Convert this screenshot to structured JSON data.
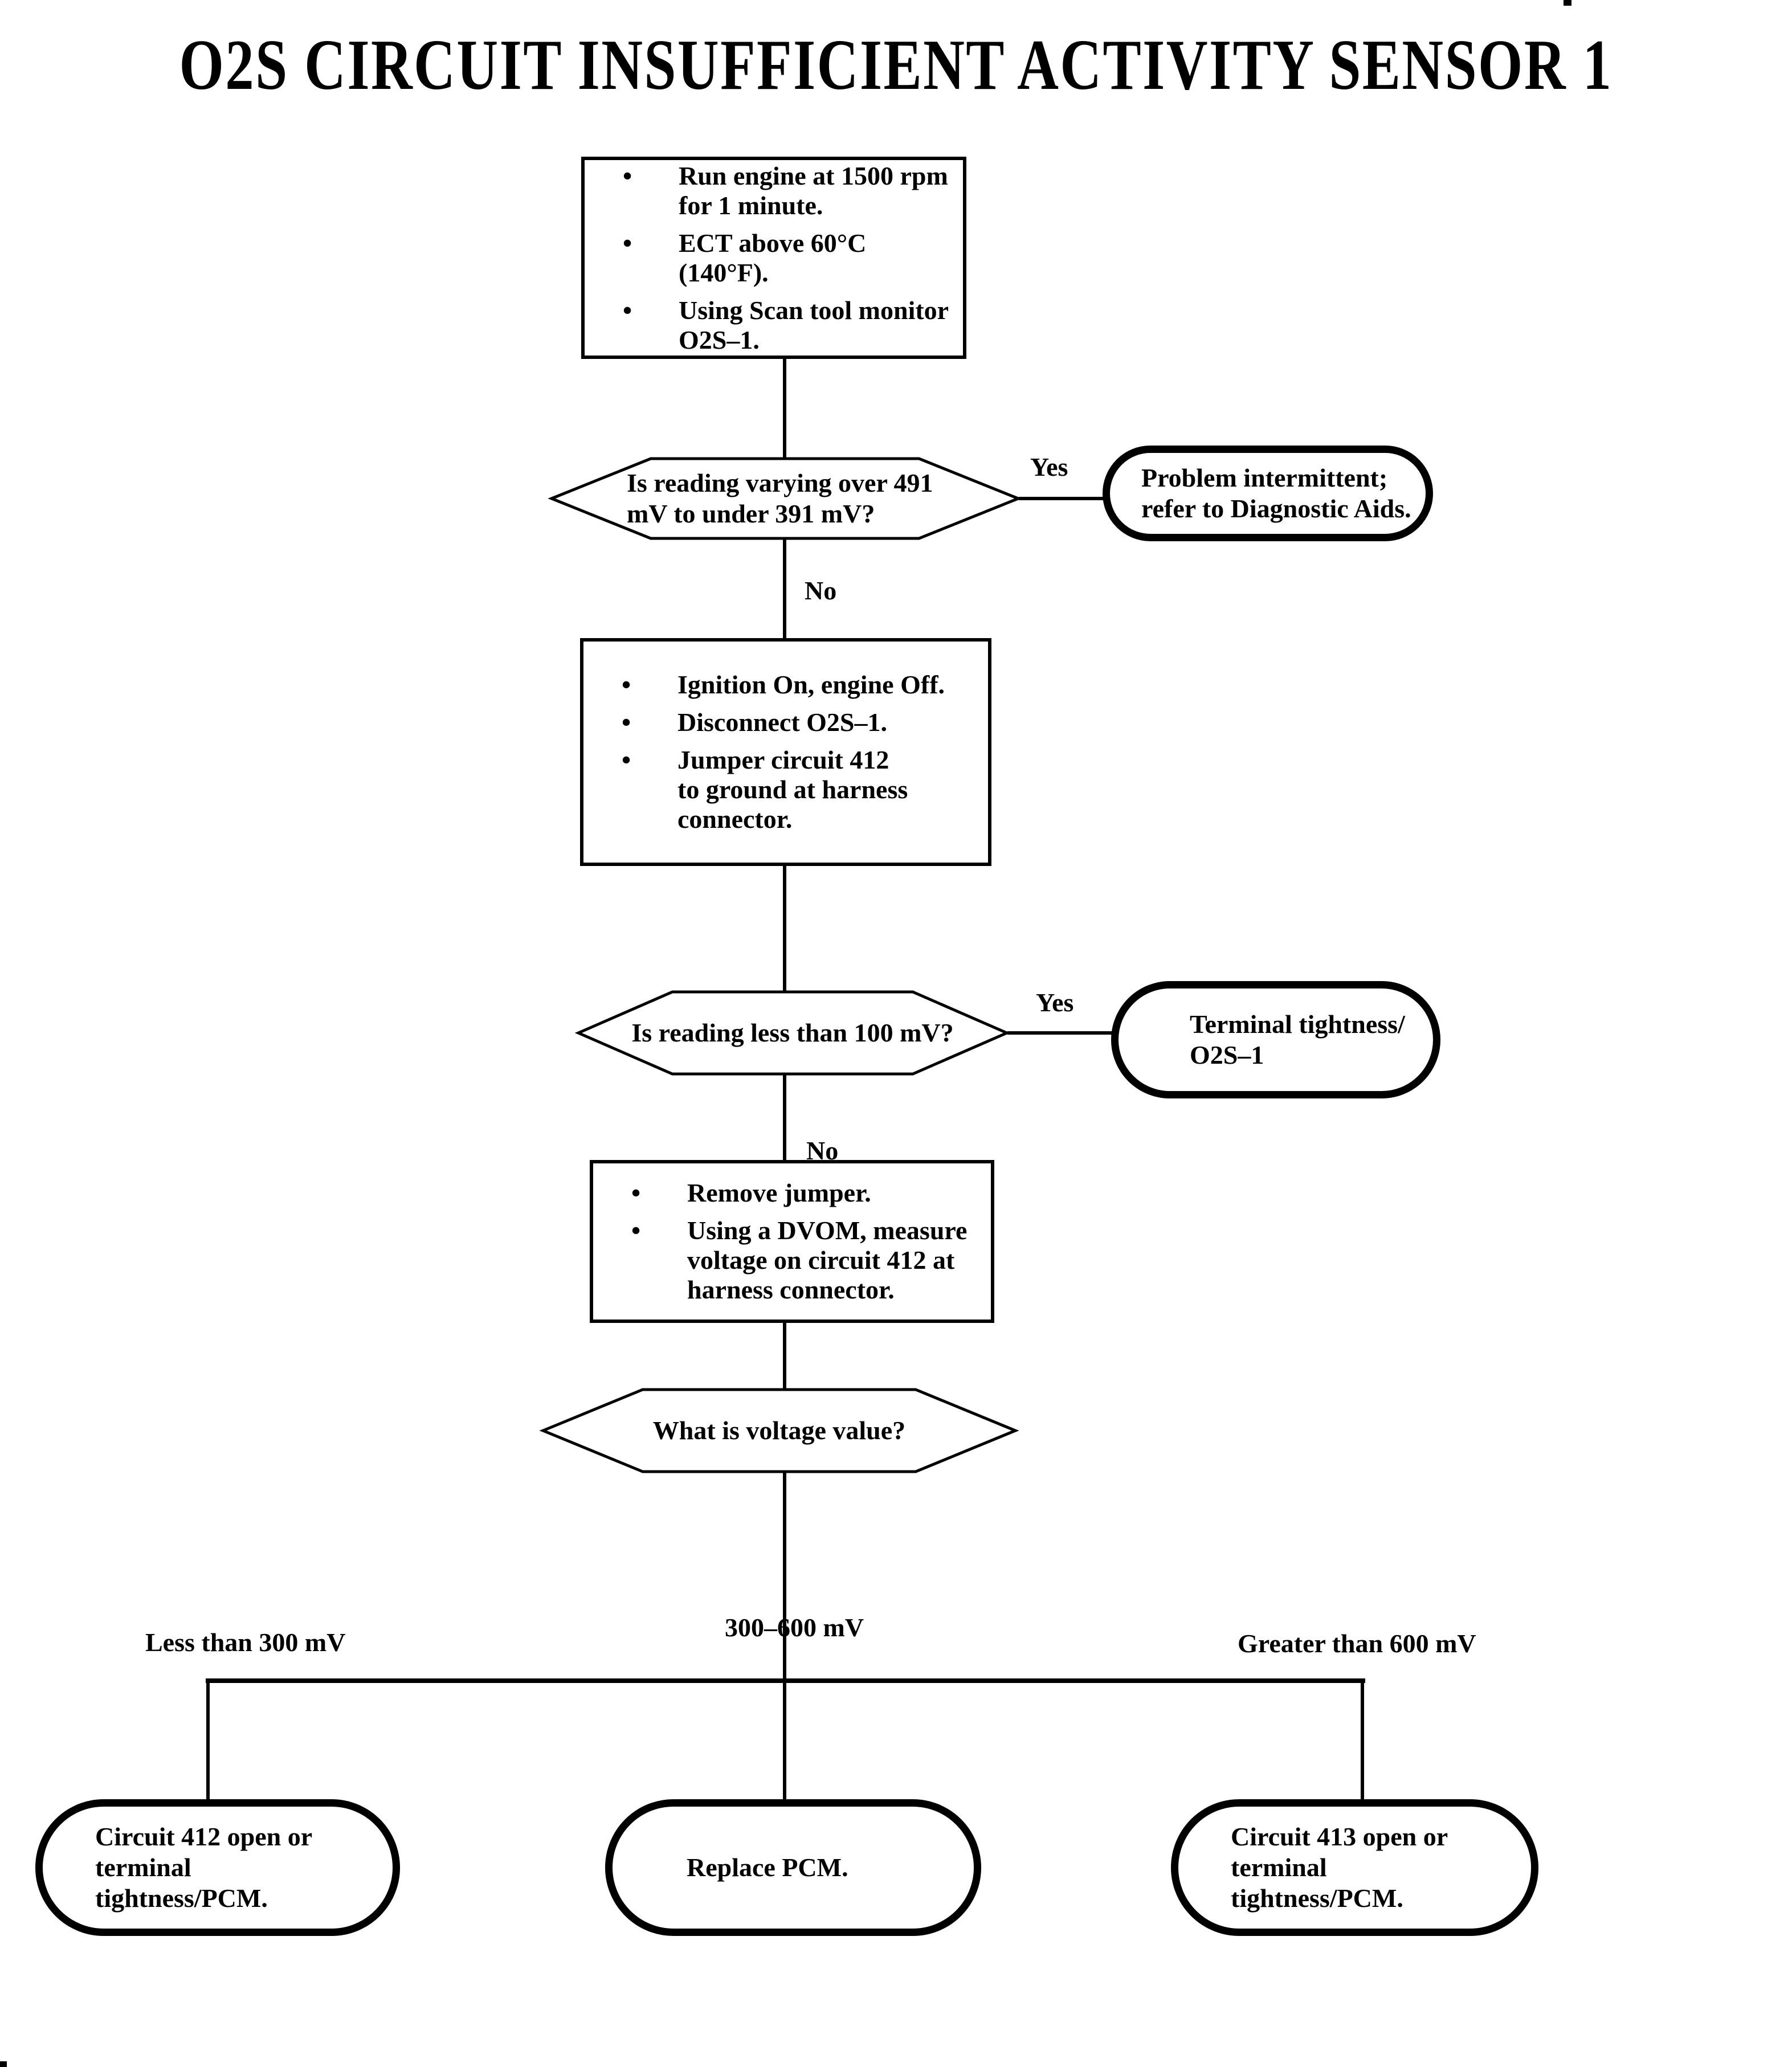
{
  "title": "O2S CIRCUIT INSUFFICIENT ACTIVITY SENSOR 1",
  "glyphs": {
    "bullet": "•"
  },
  "colors": {
    "ink": "#000000",
    "paper": "#ffffff"
  },
  "nodes": {
    "box1": {
      "bullets": [
        "Run engine at 1500 rpm\nfor 1 minute.",
        "ECT above 60°C\n(140°F).",
        "Using Scan tool monitor\nO2S–1."
      ]
    },
    "hex1": {
      "question": "Is reading varying over 491\nmV to under 391 mV?"
    },
    "oval1": {
      "text": "Problem intermittent;\nrefer to Diagnostic Aids."
    },
    "box2": {
      "bullets": [
        "Ignition On, engine Off.",
        "Disconnect O2S–1.",
        "Jumper circuit 412\nto ground at harness\nconnector."
      ]
    },
    "hex2": {
      "question": "Is reading less than 100 mV?"
    },
    "oval2": {
      "text": "Terminal tightness/\nO2S–1"
    },
    "box3": {
      "bullets": [
        "Remove jumper.",
        "Using a DVOM, measure\nvoltage on circuit 412 at\nharness connector."
      ]
    },
    "hex3": {
      "question": "What is voltage value?"
    },
    "oval_left": {
      "text": "Circuit 412 open or terminal\ntightness/PCM."
    },
    "oval_middle": {
      "text": "Replace PCM."
    },
    "oval_right": {
      "text": "Circuit 413 open or terminal\ntightness/PCM."
    }
  },
  "labels": {
    "yes1": "Yes",
    "no1": "No",
    "yes2": "Yes",
    "no2": "No",
    "branch_left": "Less than 300 mV",
    "branch_middle": "300–600 mV",
    "branch_right": "Greater than 600 mV"
  }
}
